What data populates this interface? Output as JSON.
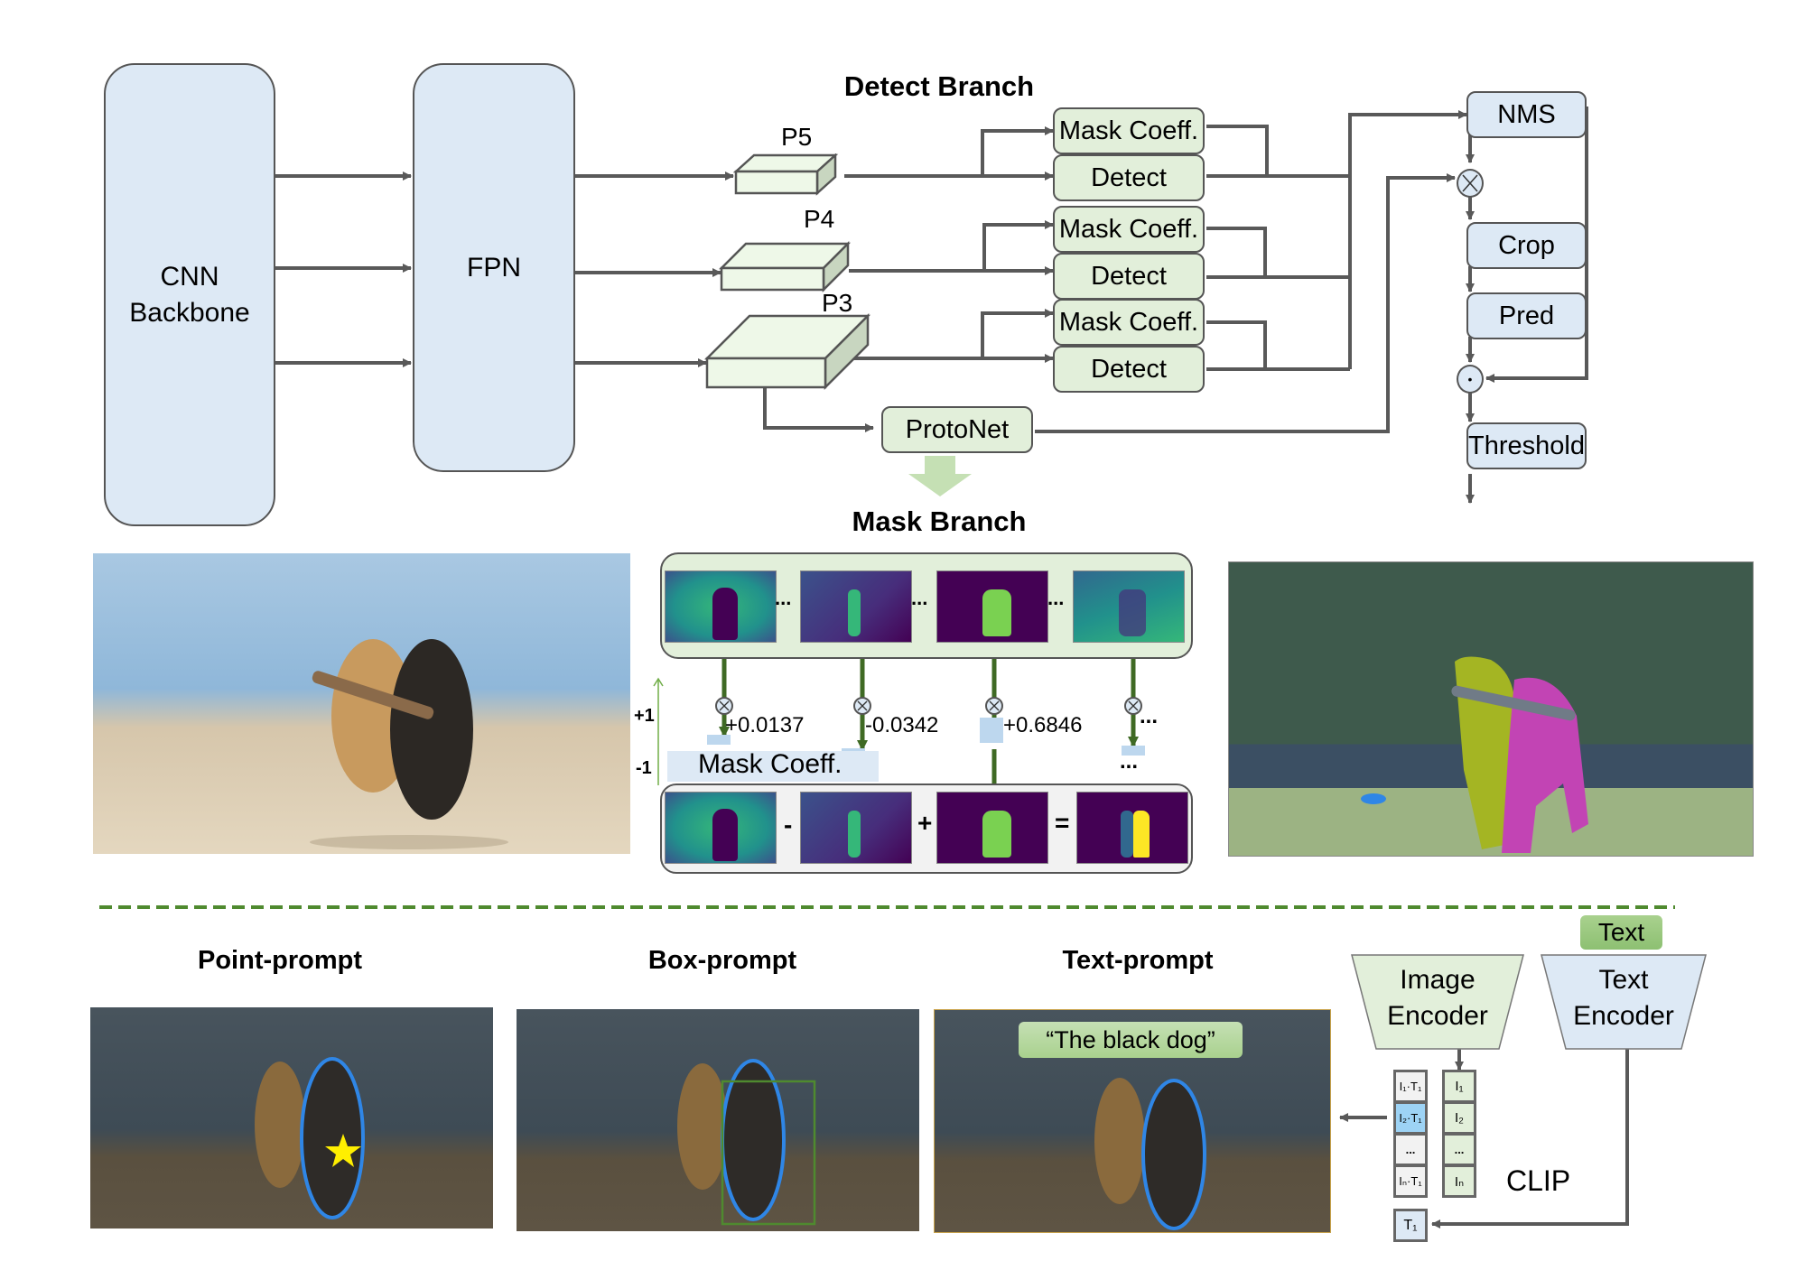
{
  "detect_branch": {
    "title": "Detect Branch",
    "backbone_label": "CNN Backbone",
    "backbone_line1": "CNN",
    "backbone_line2": "Backbone",
    "fpn_label": "FPN",
    "pyramid_levels": [
      {
        "label": "P5",
        "heads": [
          "Mask Coeff.",
          "Detect"
        ]
      },
      {
        "label": "P4",
        "heads": [
          "Mask Coeff.",
          "Detect"
        ]
      },
      {
        "label": "P3",
        "heads": [
          "Mask Coeff.",
          "Detect"
        ]
      }
    ],
    "protonet_label": "ProtoNet"
  },
  "postprocess": {
    "nms_label": "NMS",
    "crop_label": "Crop",
    "pred_label": "Pred",
    "threshold_label": "Threshold",
    "multiply_symbol": "⊗",
    "dot_symbol": "•"
  },
  "mask_branch": {
    "title": "Mask Branch",
    "ellipsis": "...",
    "coefficients": [
      "+0.0137",
      "-0.0342",
      "+0.6846",
      "..."
    ],
    "mask_coeff_label": "Mask Coeff.",
    "scale_plus": "+1",
    "scale_minus": "-1",
    "operators": [
      "-",
      "+",
      "="
    ]
  },
  "prompts": {
    "point_title": "Point-prompt",
    "box_title": "Box-prompt",
    "text_title": "Text-prompt",
    "text_query": "“The black dog”"
  },
  "clip": {
    "label": "CLIP",
    "text_input": "Text",
    "image_encoder_line1": "Image",
    "image_encoder_line2": "Encoder",
    "text_encoder_line1": "Text",
    "text_encoder_line2": "Encoder",
    "similarity_cells": [
      "I₁·T₁",
      "I₂·T₁",
      "...",
      "Iₙ·T₁"
    ],
    "image_embeddings": [
      "I₁",
      "I₂",
      "...",
      "Iₙ"
    ],
    "text_embedding": "T₁",
    "highlighted_index": 1
  },
  "colors": {
    "blue_box": "#dde9f5",
    "green_box": "#e2efda",
    "connector": "#595959",
    "mask_arrow": "#3f6a24",
    "divider": "#4f8a2f",
    "highlight_cell": "#9dd3f5",
    "prompt_chip": "#a9d18e"
  }
}
